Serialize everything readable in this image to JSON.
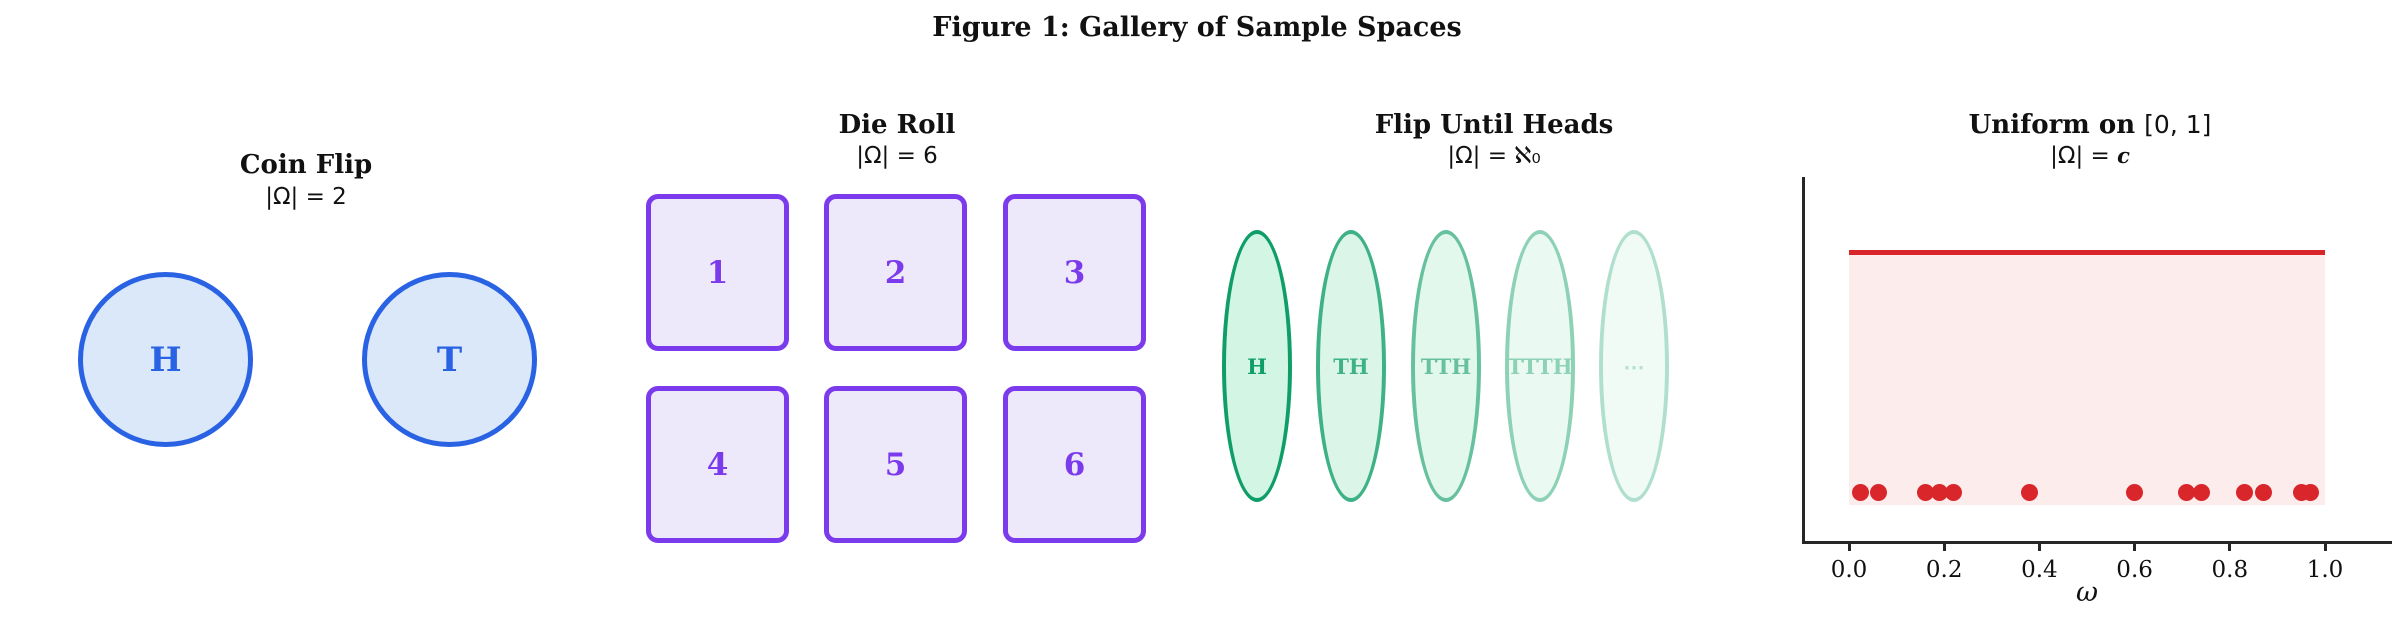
{
  "figure_title": "Figure 1: Gallery of Sample Spaces",
  "panels": {
    "coin_flip": {
      "title": "Coin Flip",
      "subtitle": "|Ω| = 2",
      "outcomes": [
        "H",
        "T"
      ],
      "stroke_color": "#2a62e4",
      "fill_color": "#dbe8fa",
      "label_color": "#2a62e4"
    },
    "die_roll": {
      "title": "Die Roll",
      "subtitle": "|Ω| = 6",
      "outcomes": [
        "1",
        "2",
        "3",
        "4",
        "5",
        "6"
      ],
      "stroke_color": "#7c3aed",
      "fill_color": "#ede9fb",
      "label_color": "#7c3aed"
    },
    "flip_until_heads": {
      "title": "Flip Until Heads",
      "subtitle": "|Ω| = ℵ₀",
      "outcomes": [
        "H",
        "TH",
        "TTH",
        "TTTH",
        "⋯"
      ],
      "fade_opacities": [
        1,
        0.8,
        0.63,
        0.47,
        0.32
      ],
      "stroke_color": "#0f9e68",
      "fill_color": "#d3f5e4",
      "label_color": "#0f9e68"
    },
    "uniform": {
      "title_bold": "Uniform on ",
      "title_math": "[0, 1]",
      "subtitle_prefix": "|Ω| = ",
      "subtitle_symbol": "c",
      "xlabel": "ω",
      "tick_labels": [
        "0.0",
        "0.2",
        "0.4",
        "0.6",
        "0.8",
        "1.0"
      ],
      "tick_values": [
        0.0,
        0.2,
        0.4,
        0.6,
        0.8,
        1.0
      ],
      "line_color": "#d9262b",
      "fill_color": "#fcecec",
      "dot_color": "#d9262b",
      "samples": [
        0.025,
        0.063,
        0.16,
        0.19,
        0.22,
        0.38,
        0.6,
        0.71,
        0.74,
        0.83,
        0.87,
        0.95,
        0.97
      ]
    }
  },
  "chart_data": [
    {
      "type": "table",
      "title": "Coin Flip",
      "subtitle": "|Ω| = 2",
      "outcomes": [
        "H",
        "T"
      ]
    },
    {
      "type": "table",
      "title": "Die Roll",
      "subtitle": "|Ω| = 6",
      "outcomes": [
        "1",
        "2",
        "3",
        "4",
        "5",
        "6"
      ]
    },
    {
      "type": "table",
      "title": "Flip Until Heads",
      "subtitle": "|Ω| = ℵ₀",
      "outcomes": [
        "H",
        "TH",
        "TTH",
        "TTTH",
        "⋯"
      ],
      "note": "ellipses fade out left to right to suggest countable infinity"
    },
    {
      "type": "scatter",
      "title": "Uniform on [0, 1]",
      "subtitle": "|Ω| = 𝔠",
      "xlabel": "ω",
      "xlim": [
        -0.1,
        1.14
      ],
      "xticks": [
        0.0,
        0.2,
        0.4,
        0.6,
        0.8,
        1.0
      ],
      "grid": false,
      "legend": false,
      "density_line": {
        "y": 1.0,
        "x_range": [
          0,
          1
        ]
      },
      "shaded_region": {
        "x_range": [
          0,
          1
        ],
        "under_line": true
      },
      "samples": [
        0.025,
        0.063,
        0.16,
        0.19,
        0.22,
        0.38,
        0.6,
        0.71,
        0.74,
        0.83,
        0.87,
        0.95,
        0.97
      ]
    }
  ]
}
